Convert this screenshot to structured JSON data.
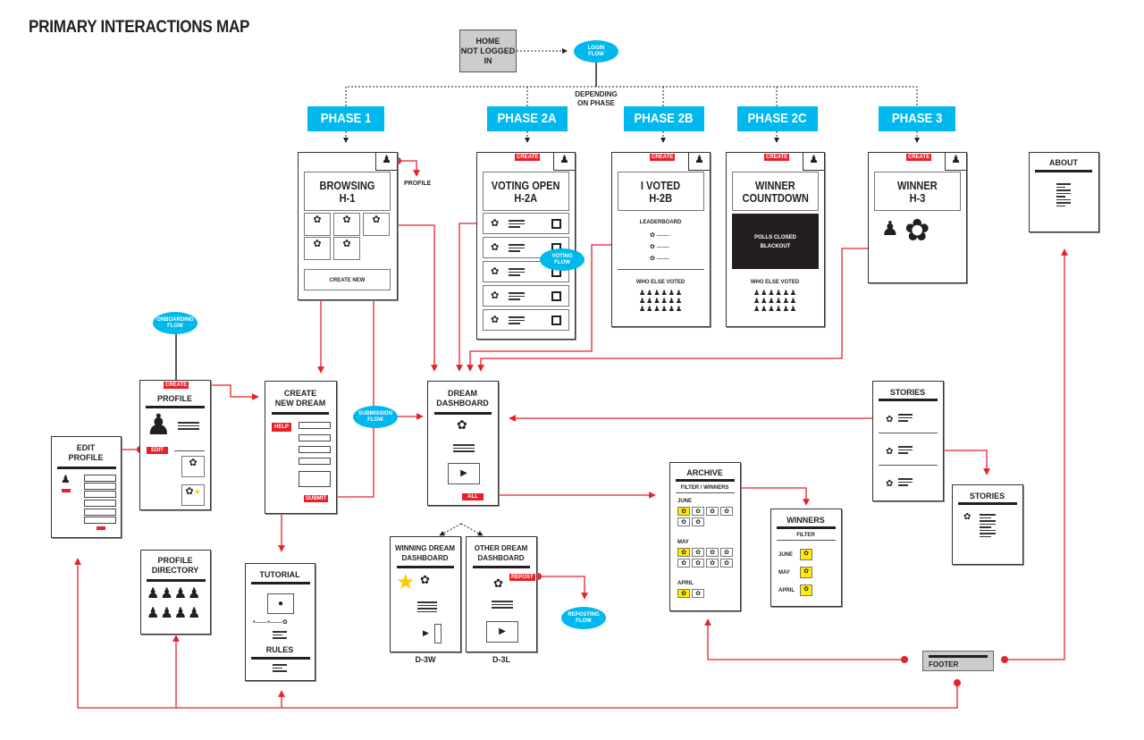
{
  "title": "PRIMARY INTERACTIONS MAP",
  "home": {
    "label_1": "HOME",
    "label_2": "NOT LOGGED IN"
  },
  "login_flow": {
    "line1": "LOGIN",
    "line2": "FLOW"
  },
  "depending": {
    "line1": "DEPENDING",
    "line2": "ON PHASE"
  },
  "phases": [
    "PHASE 1",
    "PHASE 2A",
    "PHASE 2B",
    "PHASE 2C",
    "PHASE 3"
  ],
  "create_tag": "CREATE",
  "browsing": {
    "title1": "BROWSING",
    "title2": "H-1",
    "create_new": "CREATE NEW",
    "profile_link": "PROFILE"
  },
  "voting": {
    "title1": "VOTING OPEN",
    "title2": "H-2A",
    "flow1": "VOTING",
    "flow2": "FLOW"
  },
  "ivoted": {
    "title1": "I VOTED",
    "title2": "H-2B",
    "leaderboard": "LEADERBOARD",
    "who": "WHO ELSE VOTED"
  },
  "countdown": {
    "title1": "WINNER",
    "title2": "COUNTDOWN",
    "blackout1": "POLLS CLOSED",
    "blackout2": "BLACKOUT",
    "who": "WHO ELSE VOTED"
  },
  "winner": {
    "title1": "WINNER",
    "title2": "H-3"
  },
  "about": {
    "title": "ABOUT"
  },
  "onboarding": {
    "line1": "ONBOARDING",
    "line2": "FLOW"
  },
  "profile": {
    "title": "PROFILE",
    "edit": "EDIT"
  },
  "edit_profile": {
    "title1": "EDIT",
    "title2": "PROFILE"
  },
  "create_dream": {
    "title1": "CREATE",
    "title2": "NEW DREAM",
    "help": "HELP",
    "submit": "SUBMIT"
  },
  "submission_flow": {
    "line1": "SUBMISSION",
    "line2": "FLOW"
  },
  "dashboard": {
    "title1": "DREAM",
    "title2": "DASHBOARD",
    "all": "ALL"
  },
  "winning_dash": {
    "title1": "WINNING DREAM",
    "title2": "DASHBOARD",
    "caption": "D-3W"
  },
  "other_dash": {
    "title1": "OTHER DREAM",
    "title2": "DASHBOARD",
    "repost": "REPOST",
    "caption": "D-3L"
  },
  "reposting_flow": {
    "line1": "REPOSTING",
    "line2": "FLOW"
  },
  "archive": {
    "title": "ARCHIVE",
    "filter": "FILTER / WINNERS",
    "months": [
      "JUNE",
      "MAY",
      "APRIL"
    ]
  },
  "winners": {
    "title": "WINNERS",
    "filter": "FILTER",
    "months": [
      "JUNE",
      "MAY",
      "APRIL"
    ]
  },
  "stories": {
    "title": "STORIES"
  },
  "stories_detail": {
    "title": "STORIES"
  },
  "profile_directory": {
    "title1": "PROFILE",
    "title2": "DIRECTORY"
  },
  "tutorial": {
    "title": "TUTORIAL",
    "rules": "RULES"
  },
  "footer": {
    "label": "FOOTER"
  },
  "colors": {
    "accent_blue": "#00b8ee",
    "accent_red": "#e8202a",
    "highlight_yellow": "#ffeb00"
  }
}
